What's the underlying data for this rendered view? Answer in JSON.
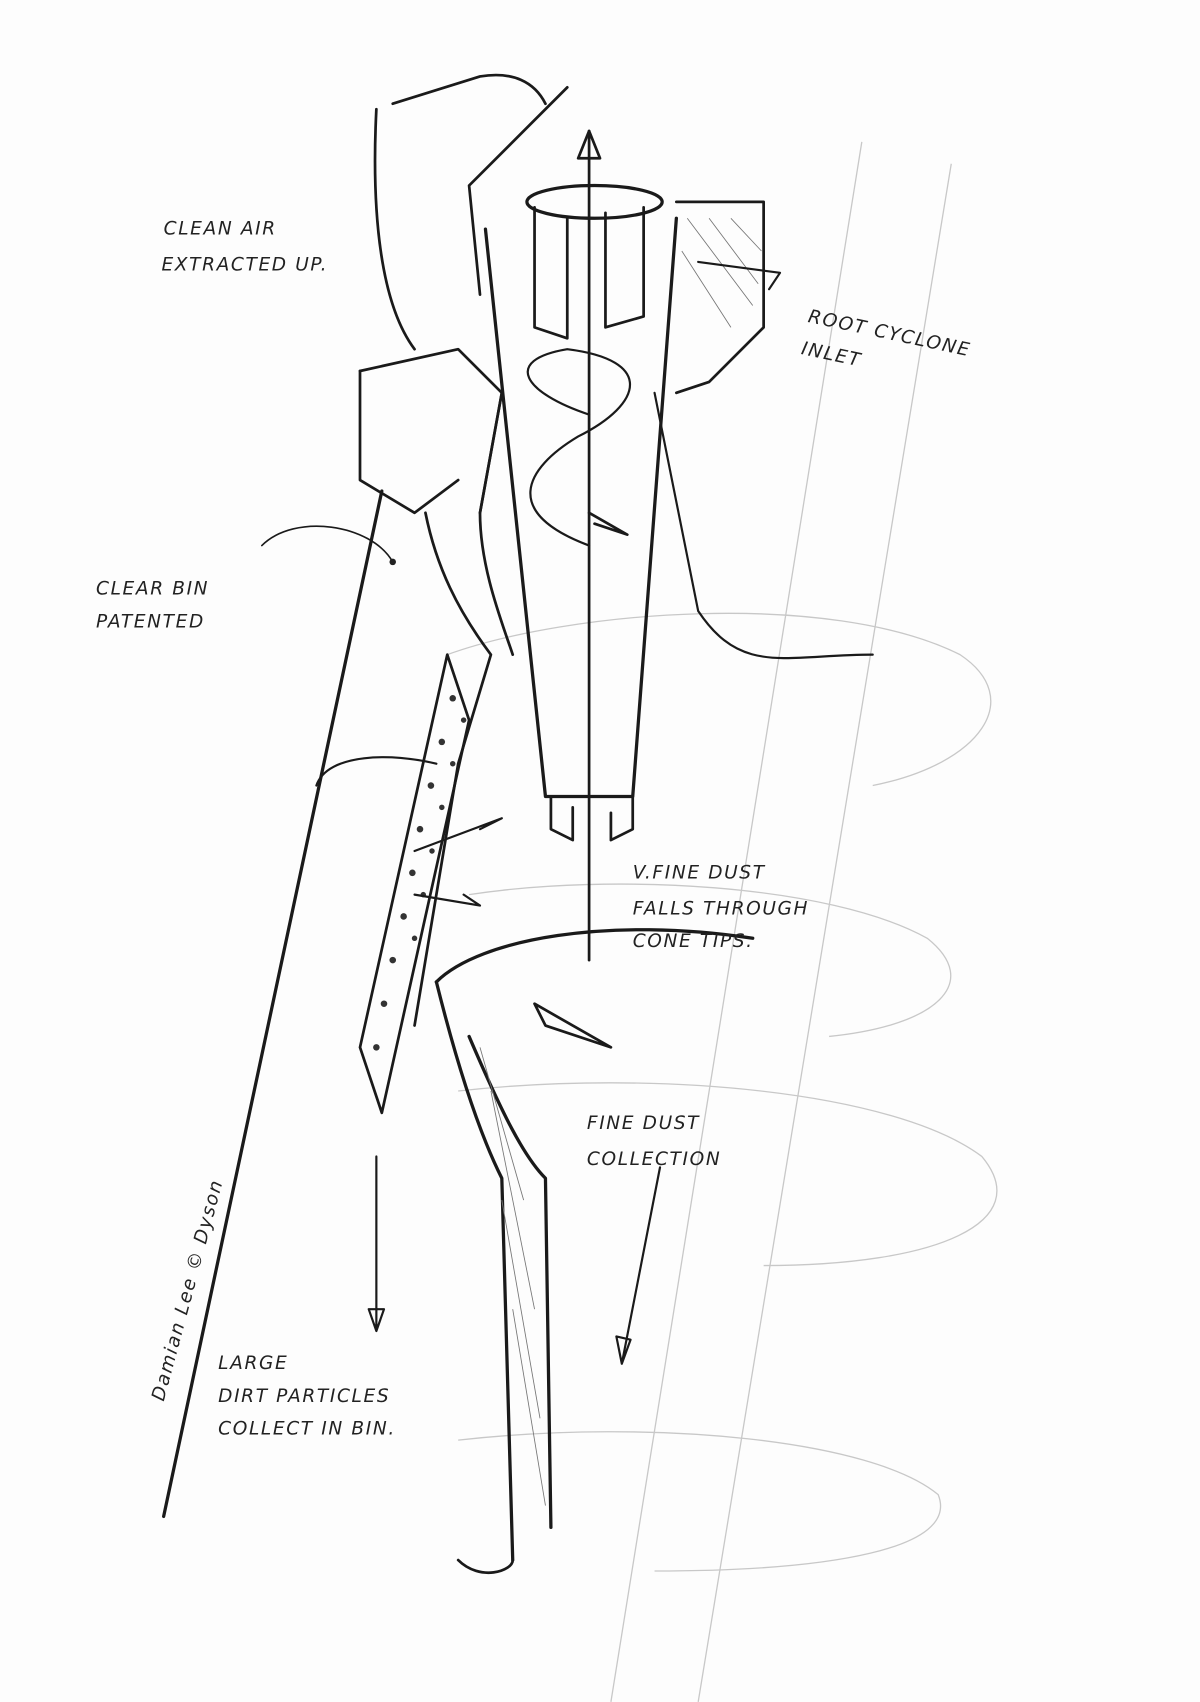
{
  "title": "Root cyclone dust separation sketch",
  "labels": {
    "clean_air": [
      "CLEAN AIR",
      "EXTRACTED UP."
    ],
    "root_cyclone": [
      "ROOT CYCLONE",
      "INLET"
    ],
    "clear_bin": [
      "CLEAR BIN",
      "PATENTED"
    ],
    "fine_dust_falls": [
      "V.FINE DUST",
      "FALLS THROUGH",
      "CONE TIPS."
    ],
    "fine_dust_collection": [
      "FINE DUST",
      "COLLECTION"
    ],
    "large_dirt": [
      "LARGE",
      "DIRT PARTICLES",
      "COLLECT IN BIN."
    ]
  },
  "signature": "Damian Lee © Dyson"
}
